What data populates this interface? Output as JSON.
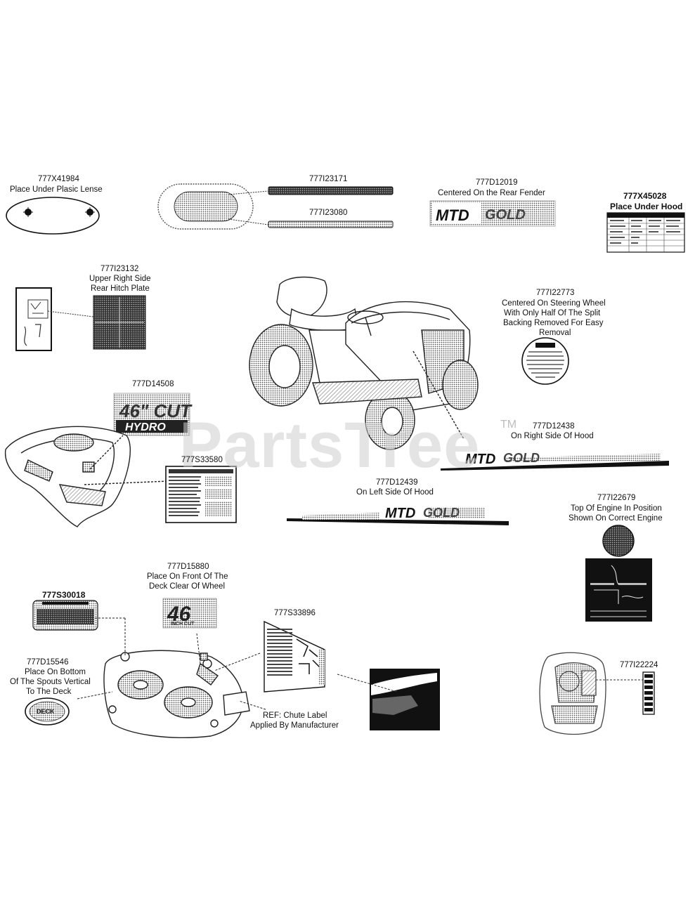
{
  "watermark": "PartsTree",
  "watermark_mark": "TM",
  "parts": {
    "p777x41984": {
      "number": "777X41984",
      "note": "Place Under Plasic Lense"
    },
    "p777i23171": {
      "number": "777I23171"
    },
    "p777i23080": {
      "number": "777I23080"
    },
    "p777d12019": {
      "number": "777D12019",
      "note": "Centered On the Rear Fender"
    },
    "p777x45028": {
      "number": "777X45028",
      "note": "Place Under Hood"
    },
    "p777i23132": {
      "number": "777I23132",
      "note1": "Upper Right Side",
      "note2": "Rear Hitch Plate"
    },
    "p777i22773": {
      "number": "777I22773",
      "note1": "Centered On Steering Wheel",
      "note2": "With Only Half Of The Split",
      "note3": "Backing Removed For Easy",
      "note4": "Removal"
    },
    "p777d14508": {
      "number": "777D14508"
    },
    "p777s33580": {
      "number": "777S33580"
    },
    "p777d12438": {
      "number": "777D12438",
      "note": "On Right Side Of Hood"
    },
    "p777d12439": {
      "number": "777D12439",
      "note": "On Left Side Of Hood"
    },
    "p777i22679": {
      "number": "777I22679",
      "note1": "Top Of Engine In Position",
      "note2": "Shown On Correct Engine"
    },
    "p777d15880": {
      "number": "777D15880",
      "note1": "Place On Front Of The",
      "note2": "Deck Clear Of Wheel"
    },
    "p777s30018": {
      "number": "777S30018"
    },
    "p777s33896": {
      "number": "777S33896"
    },
    "p777d15546": {
      "number": "777D15546",
      "note1": "Place On Bottom",
      "note2": "Of The Spouts Vertical",
      "note3": "To The Deck"
    },
    "chute": {
      "note1": "REF: Chute Label",
      "note2": "Applied By Manufacturer"
    },
    "p777i22224": {
      "number": "777I22224"
    }
  },
  "decals": {
    "mtd_brand": "MTD",
    "gold": "GOLD",
    "cut_46": "46\" CUT",
    "hydro": "HYDRO",
    "deck_46": "46",
    "deck_46_sub": "INCH CUT",
    "deck_badge": "DECK"
  }
}
